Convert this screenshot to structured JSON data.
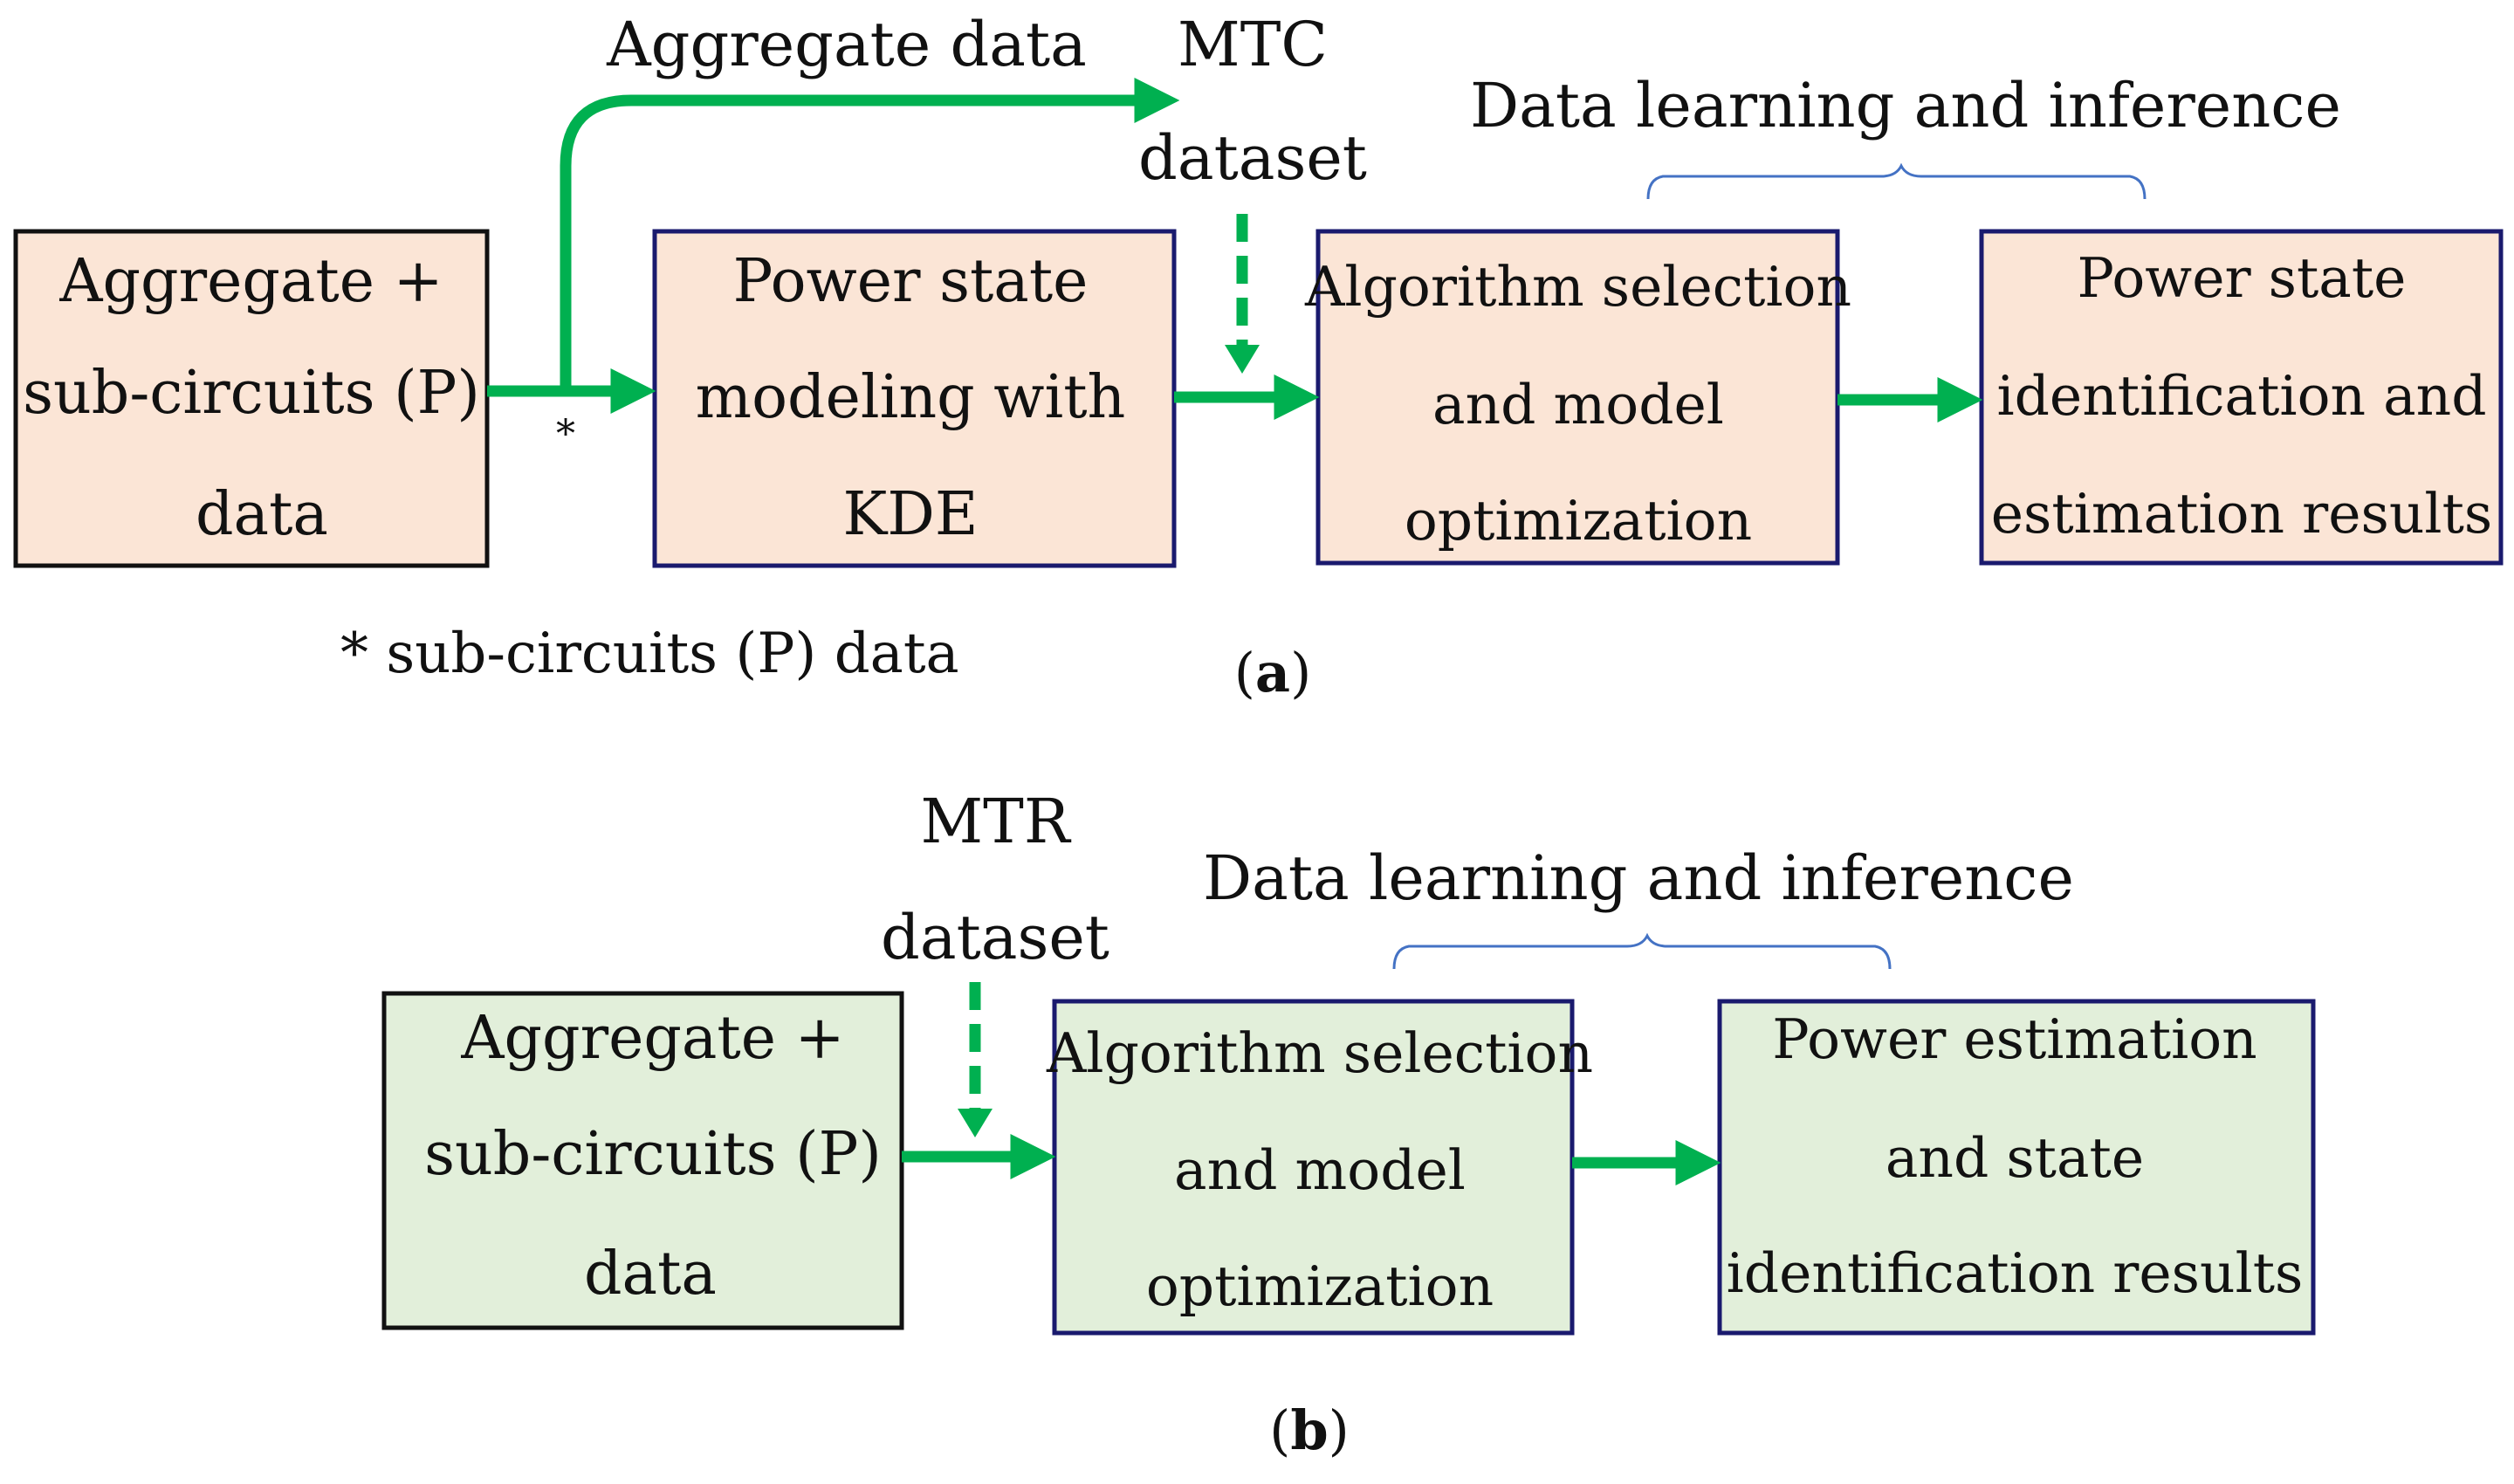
{
  "colors": {
    "box_fill_a": "#fbe5d6",
    "box_fill_b": "#e2efda",
    "border_input": "#111111",
    "border_process": "#1a1a6e",
    "arrow": "#00b050",
    "brace": "#4472c4"
  },
  "panel_a": {
    "label_open": "(",
    "label_letter": "a",
    "label_close": ")",
    "top_arrow_label": "Aggregate data",
    "dataset_line1": "MTC",
    "dataset_line2": "dataset",
    "brace_label": "Data learning and inference",
    "star": "*",
    "footnote": "* sub-circuits (P) data",
    "input_box": {
      "lines": [
        "Aggregate +",
        "sub-circuits (P)",
        "data"
      ]
    },
    "kde_box": {
      "lines": [
        "Power state",
        "modeling with",
        "KDE"
      ]
    },
    "algo_box": {
      "lines": [
        "Algorithm  selection",
        "and model",
        "optimization"
      ]
    },
    "result_box": {
      "lines": [
        "Power state",
        "identification  and",
        "estimation results"
      ]
    }
  },
  "panel_b": {
    "label_open": "(",
    "label_letter": "b",
    "label_close": ")",
    "dataset_line1": "MTR",
    "dataset_line2": "dataset",
    "brace_label": "Data learning and inference",
    "input_box": {
      "lines": [
        "Aggregate +",
        "sub-circuits (P)",
        "data"
      ]
    },
    "algo_box": {
      "lines": [
        "Algorithm  selection",
        "and model",
        "optimization"
      ]
    },
    "result_box": {
      "lines": [
        "Power estimation",
        "and state",
        "identification  results"
      ]
    }
  }
}
